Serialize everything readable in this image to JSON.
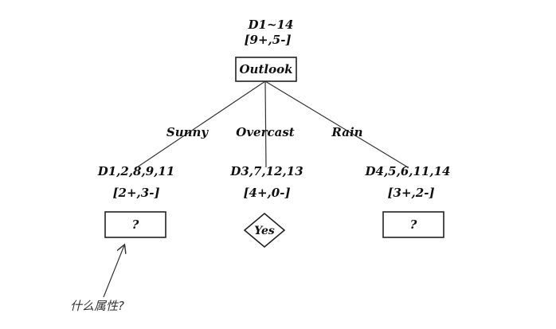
{
  "root": {
    "set": "D1~14",
    "counts": "[9+,5-]",
    "attribute": "Outlook"
  },
  "branches": [
    {
      "label": "Sunny",
      "set": "D1,2,8,9,11",
      "counts": "[2+,3-]",
      "node": "?"
    },
    {
      "label": "Overcast",
      "set": "D3,7,12,13",
      "counts": "[4+,0-]",
      "node": "Yes"
    },
    {
      "label": "Rain",
      "set": "D4,5,6,11,14",
      "counts": "[3+,2-]",
      "node": "?"
    }
  ],
  "annotation": "什么属性?",
  "colors": {
    "line": "#333333",
    "text": "#111111"
  }
}
